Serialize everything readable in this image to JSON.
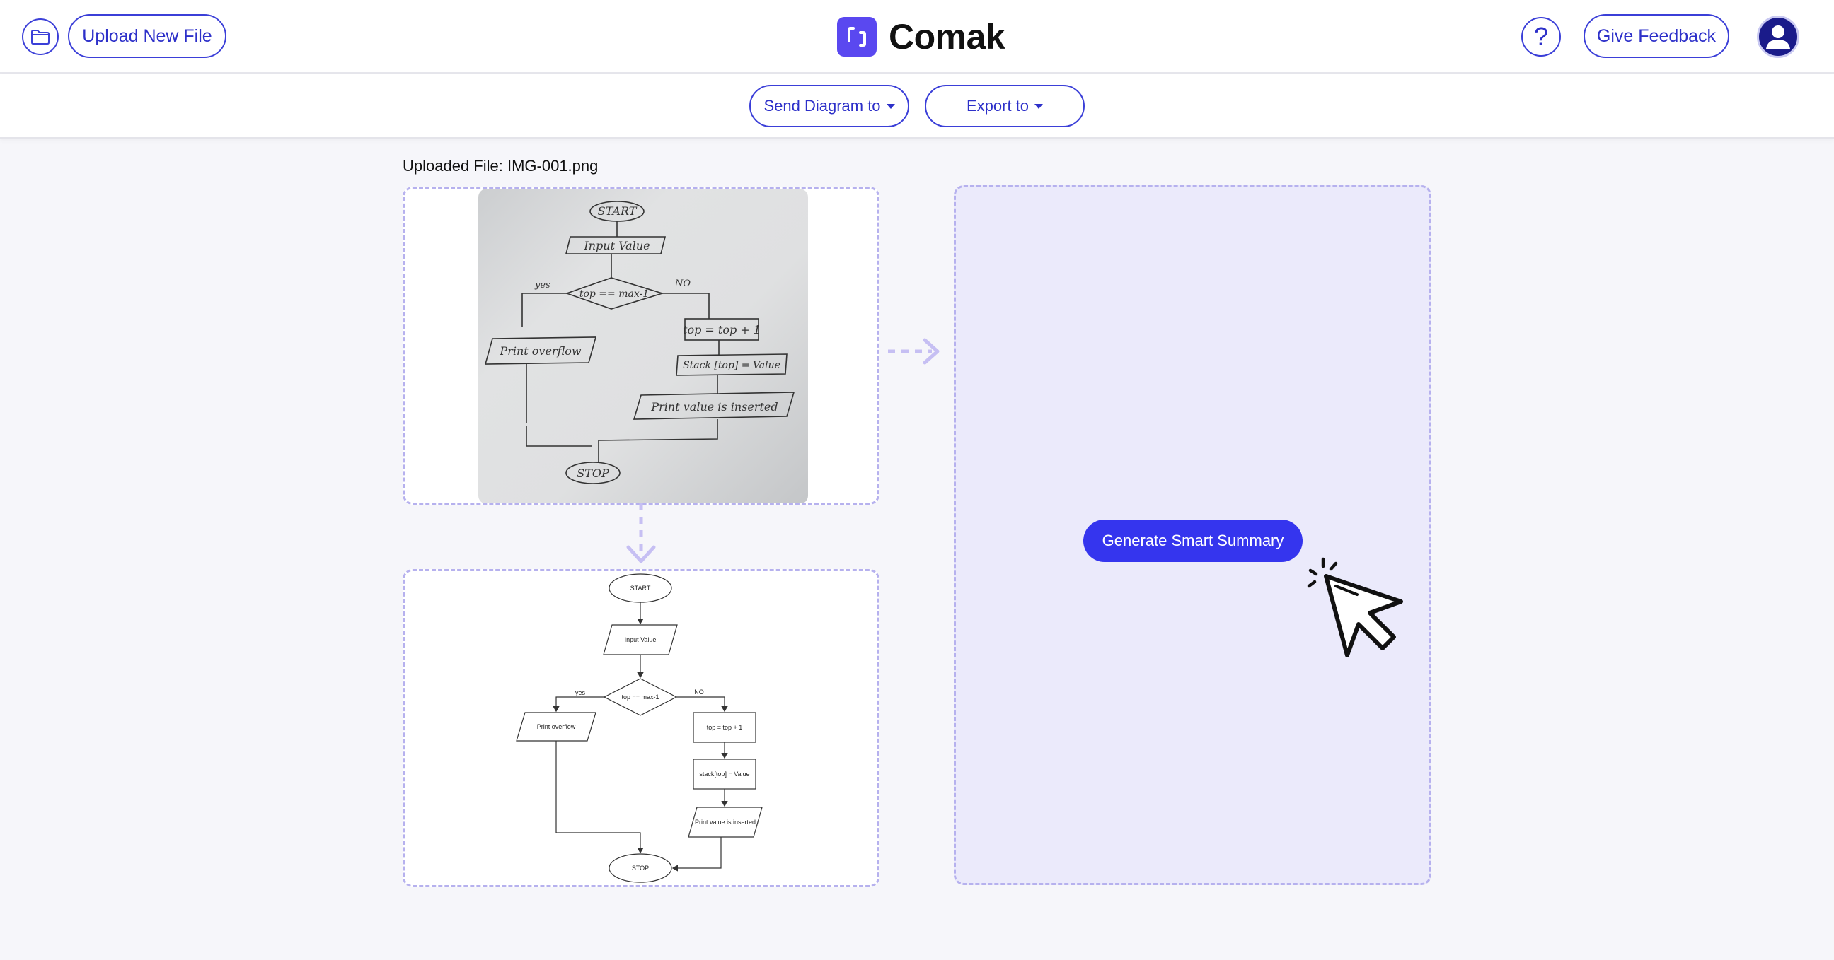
{
  "header": {
    "upload_label": "Upload New File",
    "brand_name": "Comak",
    "help_label": "?",
    "feedback_label": "Give Feedback"
  },
  "toolbar": {
    "send_label": "Send Diagram to",
    "export_label": "Export to"
  },
  "file": {
    "label": "Uploaded File: IMG-001.png"
  },
  "handwritten": {
    "start": "START",
    "input": "Input Value",
    "decision": "top == max-1",
    "yes": "yes",
    "no": "NO",
    "overflow": "Print overflow",
    "increment": "top = top + 1",
    "assign": "Stack [top] = Value",
    "inserted": "Print value is inserted",
    "stop": "STOP"
  },
  "digital": {
    "start": "START",
    "input": "Input Value",
    "decision": "top == max-1",
    "yes": "yes",
    "no": "NO",
    "overflow": "Print overflow",
    "increment": "top = top + 1",
    "assign": "stack[top] = Value",
    "inserted": "Print value is inserted",
    "stop": "STOP"
  },
  "summary": {
    "button_label": "Generate Smart Summary"
  },
  "colors": {
    "accent": "#3535ee",
    "accent_outline": "#3b3fd8",
    "brand_logo": "#5a48f0",
    "dashed_border": "#b6b1ee",
    "summary_panel_bg": "#ebeafb",
    "page_bg": "#f6f6fa"
  },
  "icons": {
    "folder": "folder-icon",
    "help": "help-icon",
    "avatar": "user-avatar-icon",
    "brand": "brand-logo-icon",
    "caret": "caret-down-icon",
    "cursor": "cursor-click-icon"
  }
}
